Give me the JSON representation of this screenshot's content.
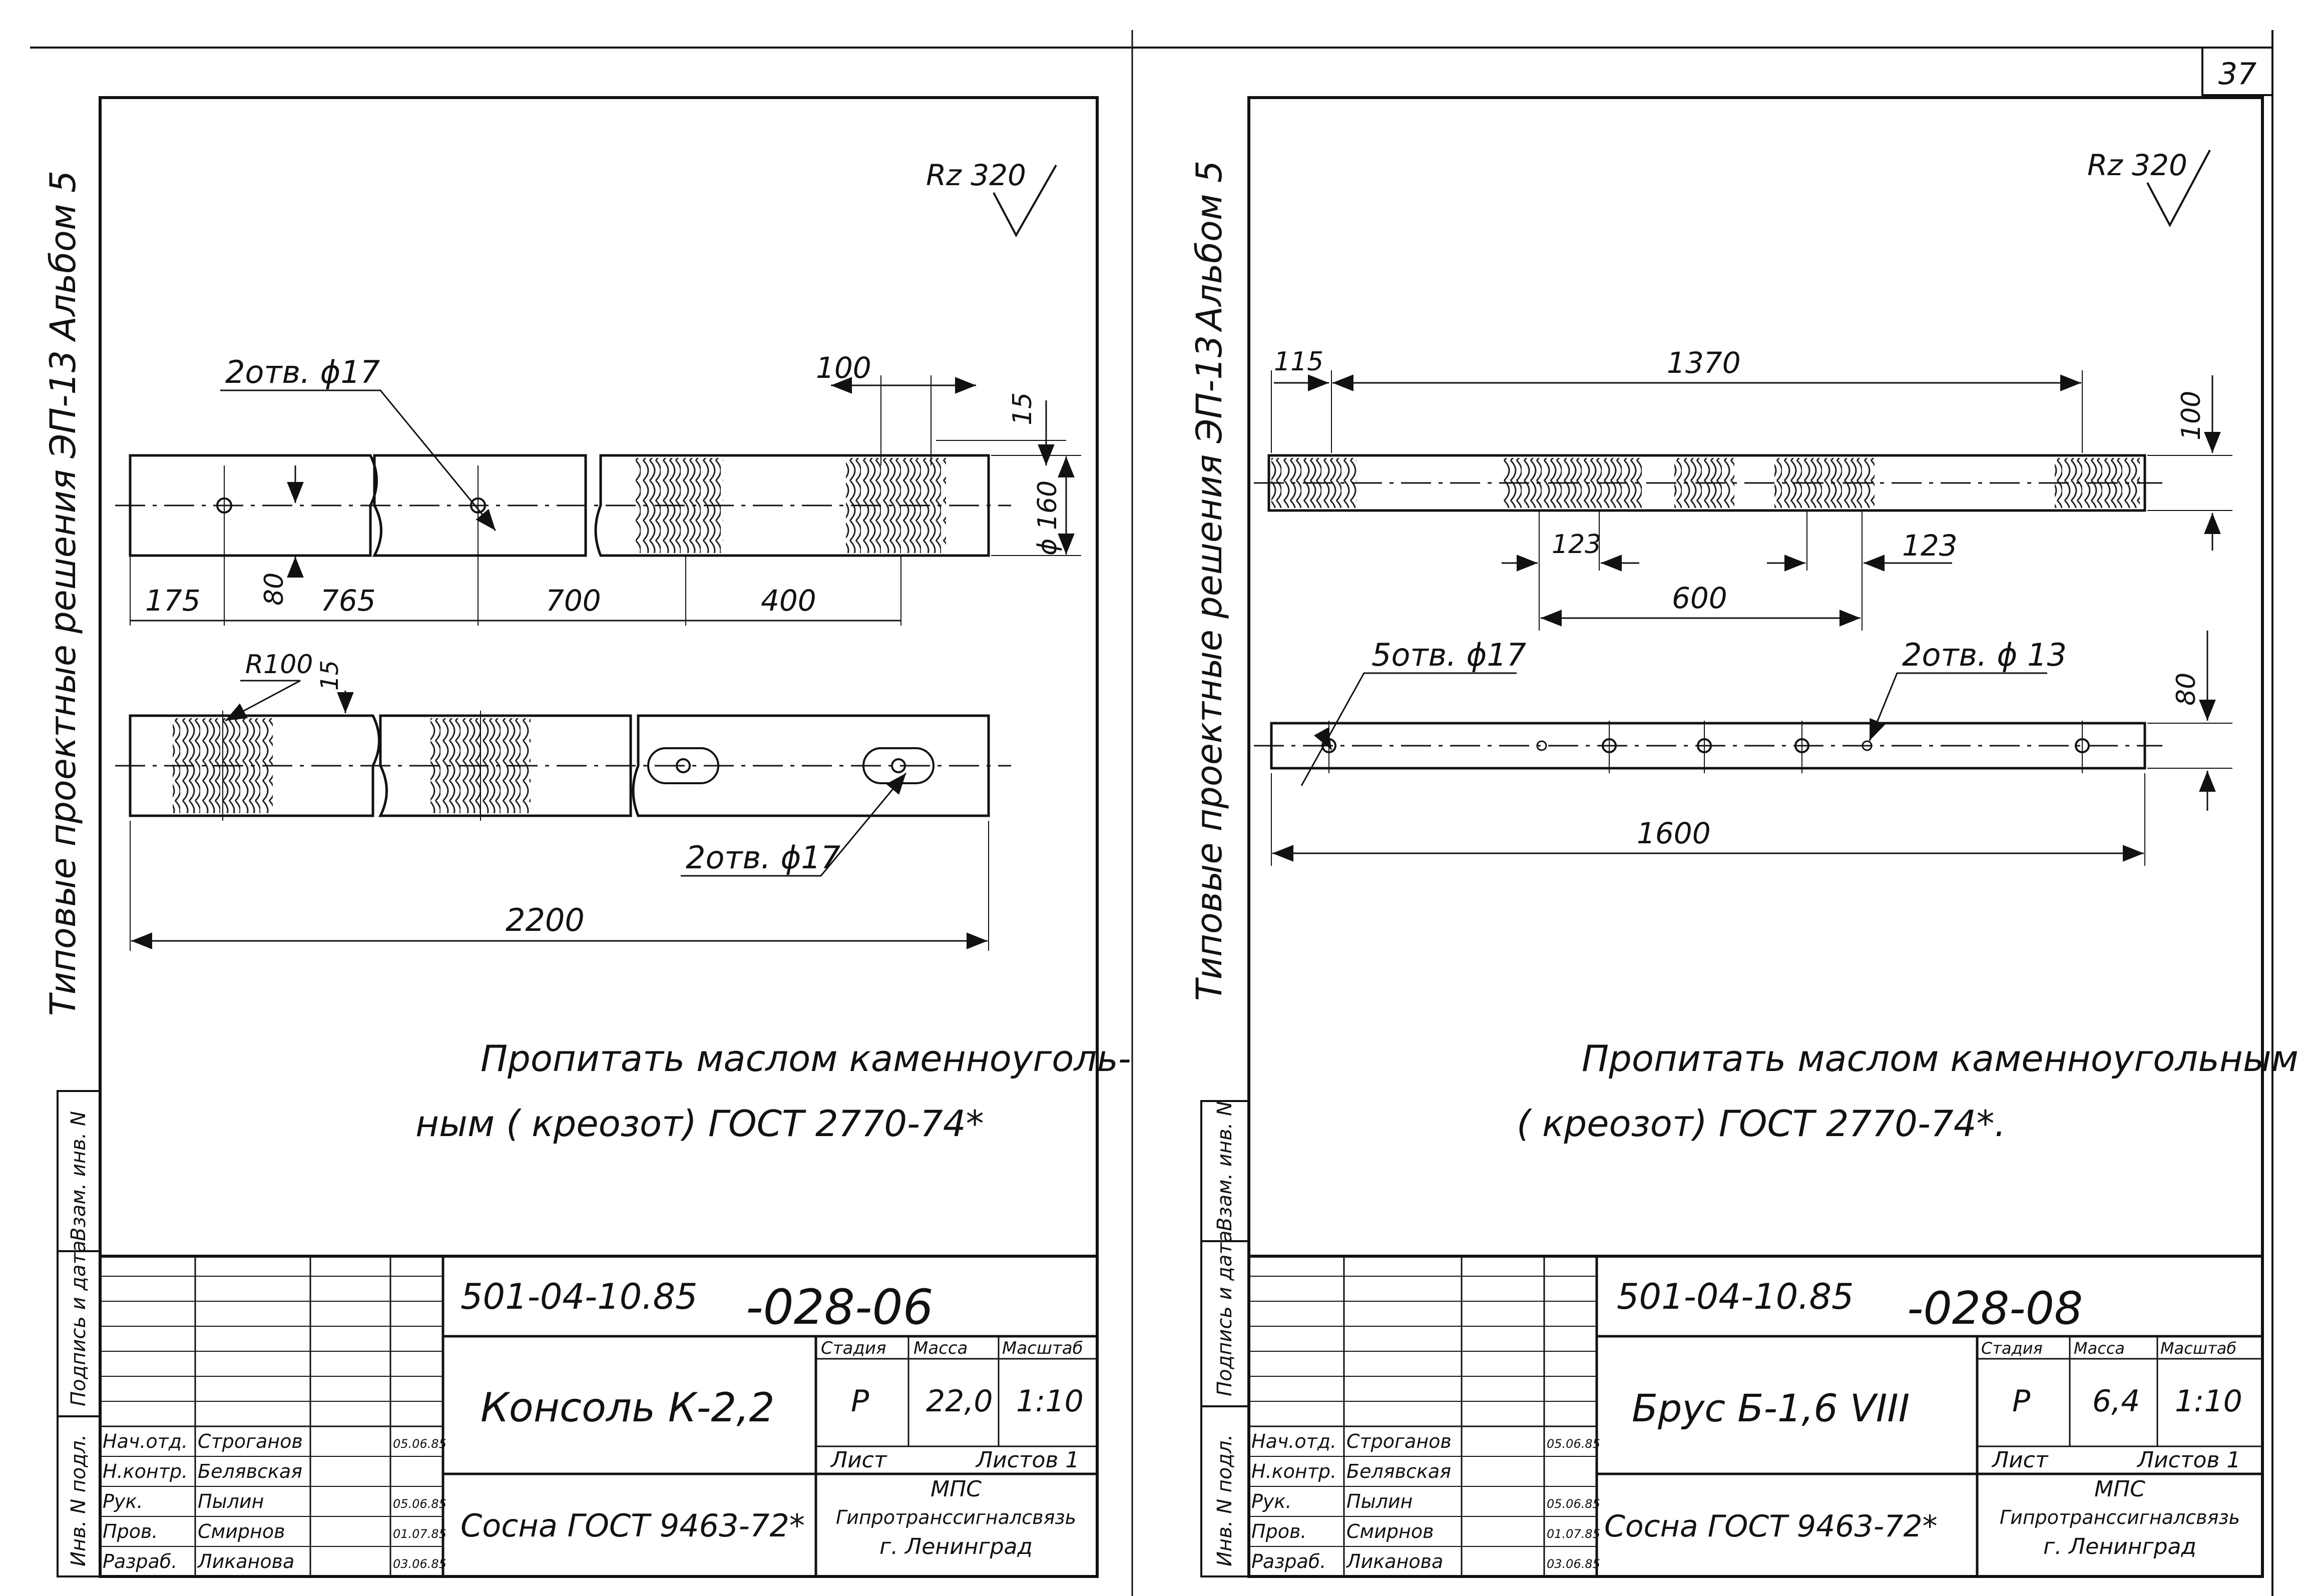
{
  "page_number": "37",
  "side_text": {
    "series": "Типовые проектные решения ЭП-13",
    "album": "Альбом 5",
    "stamp_cells": [
      "Инв. N подл.",
      "Подпись и дата",
      "Взам. инв. N"
    ]
  },
  "left": {
    "roughness": "Rz 320",
    "dims": {
      "holes_top": "2отв. ϕ17",
      "d100": "100",
      "d15a": "15",
      "d160": "ϕ 160",
      "d80": "80",
      "d175": "175",
      "d765": "765",
      "d700": "700",
      "d400": "400",
      "r100": "R100",
      "d15b": "15",
      "holes_bot": "2отв. ϕ17",
      "d2200": "2200"
    },
    "note_line1": "Пропитать маслом каменноуголь-",
    "note_line2": "ным ( креозот) ГОСТ 2770-74*",
    "title_block": {
      "doc_number": "501-04-10.85",
      "sheet_code": "-028-06",
      "item_name": "Консоль К-2,2",
      "material": "Сосна ГОСТ 9463-72*",
      "stage_label": "Стадия",
      "mass_label": "Масса",
      "scale_label": "Масштаб",
      "stage": "Р",
      "mass": "22,0",
      "scale": "1:10",
      "sheet_label": "Лист",
      "sheets_label": "Листов 1",
      "org1": "МПС",
      "org2": "Гипротранссигналсвязь",
      "org3": "г. Ленинград",
      "roles": [
        {
          "role": "Нач.отд.",
          "name": "Строганов",
          "date": "05.06.85"
        },
        {
          "role": "Н.контр.",
          "name": "Белявская",
          "date": ""
        },
        {
          "role": "Рук.",
          "name": "Пылин",
          "date": "05.06.85"
        },
        {
          "role": "Пров.",
          "name": "Смирнов",
          "date": "01.07.85"
        },
        {
          "role": "Разраб.",
          "name": "Ликанова",
          "date": "03.06.85"
        }
      ]
    }
  },
  "right": {
    "roughness": "Rz 320",
    "dims": {
      "d115": "115",
      "d1370": "1370",
      "d100": "100",
      "d123a": "123",
      "d123b": "123",
      "d600": "600",
      "holes5": "5отв. ϕ17",
      "holes2": "2отв. ϕ 13",
      "d80": "80",
      "d1600": "1600"
    },
    "note_line1": "Пропитать маслом каменноугольным",
    "note_line2": "( креозот) ГОСТ 2770-74*.",
    "title_block": {
      "doc_number": "501-04-10.85",
      "sheet_code": "-028-08",
      "item_name": "Брус Б-1,6 VIII",
      "material": "Сосна ГОСТ 9463-72*",
      "stage_label": "Стадия",
      "mass_label": "Масса",
      "scale_label": "Масштаб",
      "stage": "Р",
      "mass": "6,4",
      "scale": "1:10",
      "sheet_label": "Лист",
      "sheets_label": "Листов 1",
      "org1": "МПС",
      "org2": "Гипротранссигналсвязь",
      "org3": "г. Ленинград",
      "roles": [
        {
          "role": "Нач.отд.",
          "name": "Строганов",
          "date": "05.06.85"
        },
        {
          "role": "Н.контр.",
          "name": "Белявская",
          "date": ""
        },
        {
          "role": "Рук.",
          "name": "Пылин",
          "date": "05.06.85"
        },
        {
          "role": "Пров.",
          "name": "Смирнов",
          "date": "01.07.85"
        },
        {
          "role": "Разраб.",
          "name": "Ликанова",
          "date": "03.06.85"
        }
      ]
    }
  }
}
